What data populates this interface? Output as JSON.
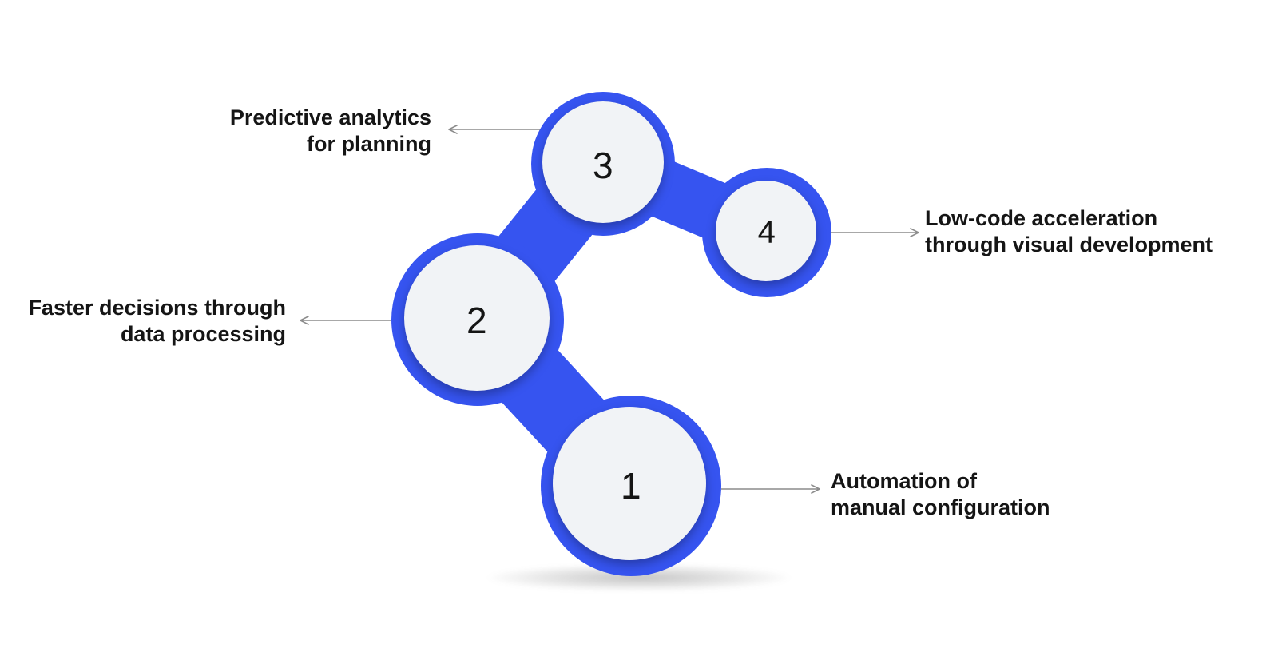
{
  "diagram": {
    "colors": {
      "accent": "#3654f0",
      "node-fill": "#f1f3f6",
      "arrow": "#8c8c8c",
      "text": "#151515"
    },
    "nodes": [
      {
        "number": "1",
        "label": {
          "line1": "Automation of",
          "line2": "manual configuration"
        }
      },
      {
        "number": "2",
        "label": {
          "line1": "Faster decisions through",
          "line2": "data processing"
        }
      },
      {
        "number": "3",
        "label": {
          "line1": "Predictive analytics",
          "line2": "for planning"
        }
      },
      {
        "number": "4",
        "label": {
          "line1": "Low-code acceleration",
          "line2": "through visual development"
        }
      }
    ]
  }
}
